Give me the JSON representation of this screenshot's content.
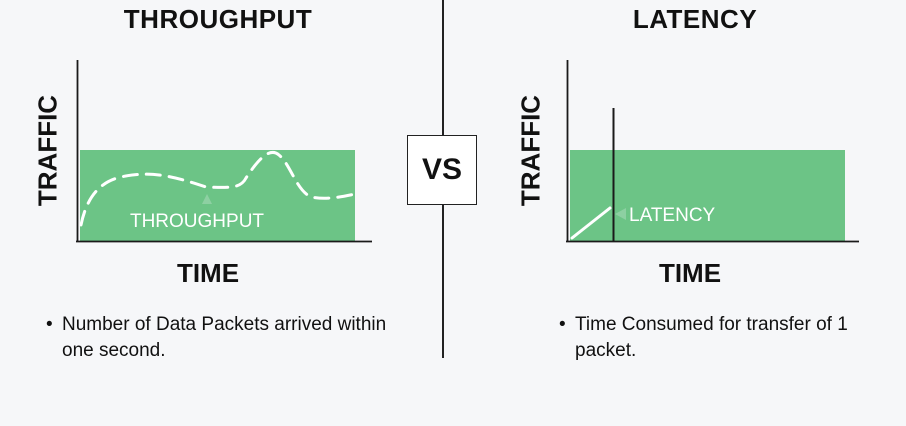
{
  "left": {
    "title": "THROUGHPUT",
    "ylabel": "TRAFFIC",
    "xlabel": "TIME",
    "annotation": "THROUGHPUT",
    "bullet": "Number of Data Packets arrived within one second."
  },
  "center": {
    "vs": "VS"
  },
  "right": {
    "title": "LATENCY",
    "ylabel": "TRAFFIC",
    "xlabel": "TIME",
    "annotation": "LATENCY",
    "bullet": "Time Consumed for transfer of 1 packet."
  },
  "colors": {
    "fill": "#6cc486",
    "line": "#ffffff",
    "axis": "#1a1a1a",
    "marker": "#8dd0a2",
    "text": "#111111"
  },
  "icons": {
    "bullet": "bullet-dot",
    "pointer": "triangle-pointer"
  }
}
